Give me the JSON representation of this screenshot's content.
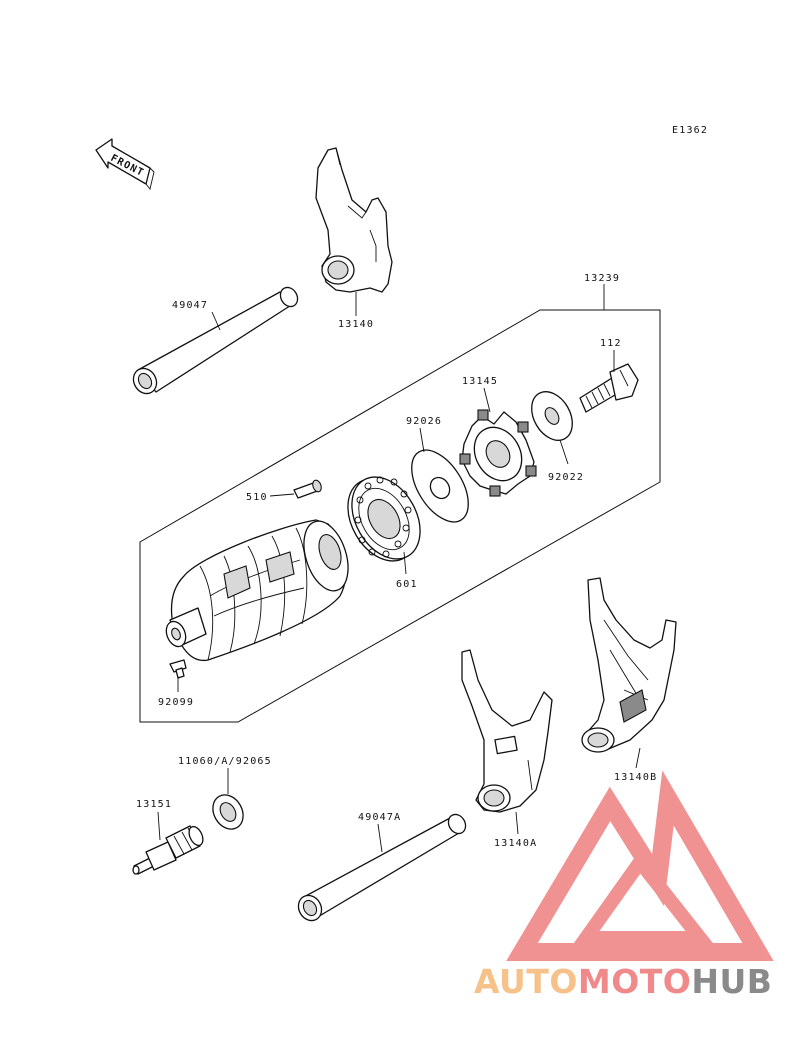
{
  "diagram_code": "E1362",
  "front_label": "FRONT",
  "labels": {
    "fork_upper": "13140",
    "shaft_upper": "49047",
    "assembly": "13239",
    "bolt": "112",
    "pin_plate": "13145",
    "plate": "92026",
    "washer": "92022",
    "pin": "510",
    "bearing": "601",
    "screw": "92099",
    "shaft_lower": "49047A",
    "fork_a": "13140A",
    "fork_b": "13140B",
    "gasket": "11060/A/92065",
    "switch": "13151"
  },
  "watermark": {
    "part1": "AUTO",
    "part2": "MOTO",
    "part3": "HUB",
    "colors": {
      "auto": "#f7c18a",
      "moto": "#f08a8a",
      "hub": "#8a8a8a",
      "logo": "#ef8080"
    }
  }
}
